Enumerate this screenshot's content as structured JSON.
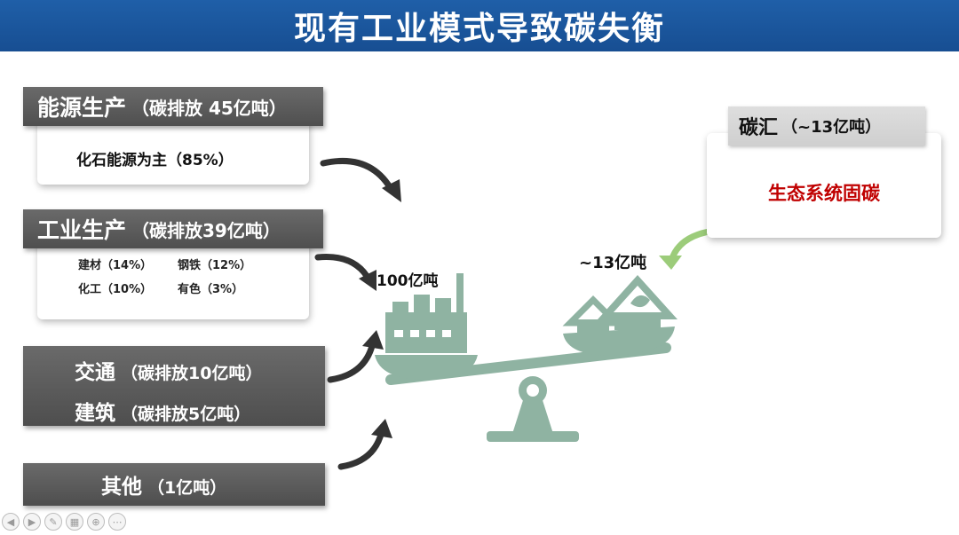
{
  "title": "现有工业模式导致碳失衡",
  "sources": {
    "energy": {
      "label": "能源生产",
      "emission": "（碳排放 45亿吨）",
      "detail": "化石能源为主（85%）"
    },
    "industry": {
      "label": "工业生产",
      "emission": "（碳排放39亿吨）",
      "items": [
        "建材（14%）",
        "钢铁（12%）",
        "化工（10%）",
        "有色（3%）"
      ]
    },
    "transport": {
      "label": "交通",
      "emission": "（碳排放10亿吨）"
    },
    "building": {
      "label": "建筑",
      "emission": "（碳排放5亿吨）"
    },
    "other": {
      "label": "其他",
      "emission": "（1亿吨）"
    }
  },
  "sink": {
    "label": "碳汇",
    "amount": "（~13亿吨）",
    "detail": "生态系统固碳"
  },
  "scale": {
    "left_label": "100亿吨",
    "right_label": "~13亿吨"
  },
  "colors": {
    "title_bg": "#1a57a0",
    "sink_text": "#c00000",
    "scale_green": "#8fb3a2",
    "dark_block": "#5b5b5b"
  },
  "toolbar_icons": [
    "prev-icon",
    "play-icon",
    "pen-icon",
    "grid-icon",
    "zoom-icon",
    "more-icon"
  ]
}
